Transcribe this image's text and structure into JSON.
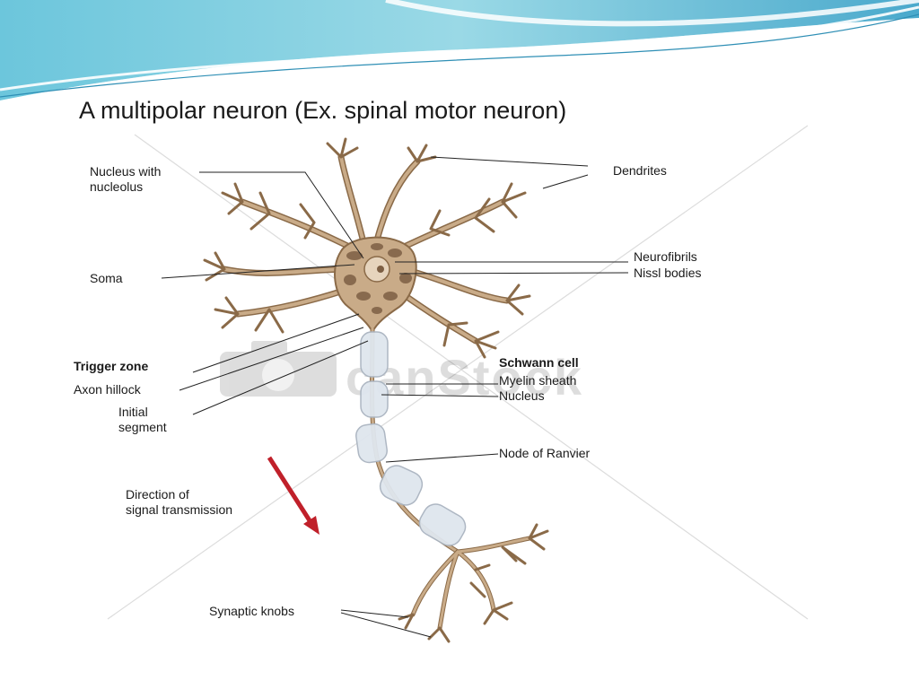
{
  "title": "A multipolar neuron (Ex. spinal motor neuron)",
  "watermark": "canStock",
  "labels": {
    "nucleus_with": "Nucleus with",
    "nucleolus": "nucleolus",
    "soma": "Soma",
    "dendrites": "Dendrites",
    "neurofibrils": "Neurofibrils",
    "nissl_bodies": "Nissl bodies",
    "trigger_zone": "Trigger zone",
    "axon_hillock": "Axon hillock",
    "initial": "Initial",
    "segment": "segment",
    "schwann_cell": "Schwann cell",
    "myelin_sheath": "Myelin sheath",
    "nucleus": "Nucleus",
    "node_of_ranvier": "Node of Ranvier",
    "direction_of": "Direction of",
    "signal_transmission": "signal transmission",
    "synaptic_knobs": "Synaptic knobs"
  },
  "colors": {
    "header_wave": "#4fb3cf",
    "neuron_body": "#c9ab88",
    "neuron_outline": "#8a6a48",
    "nissl": "#7d5f44",
    "myelin": "#dfe6ee",
    "arrow": "#c0202a"
  }
}
